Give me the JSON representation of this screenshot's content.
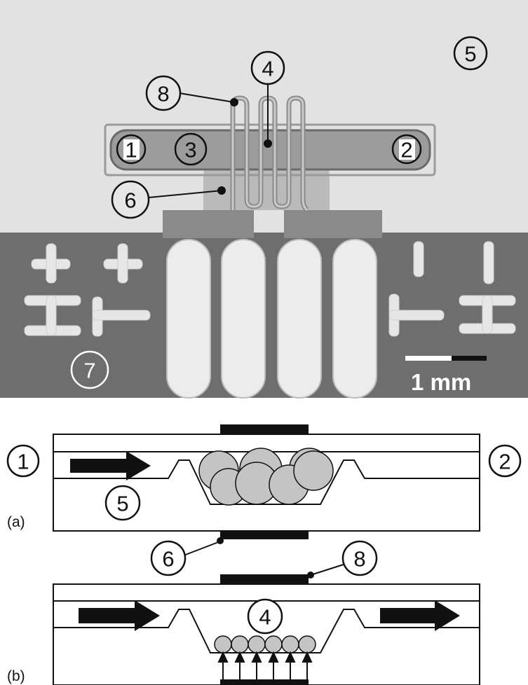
{
  "photo": {
    "callouts": {
      "inlet": "1",
      "outlet": "2",
      "chamber": "3",
      "meander": "4",
      "substrate": "5",
      "electrode_left": "6",
      "contact_board": "7",
      "electrode_right": "8"
    },
    "scale_bar": "1 mm"
  },
  "schematic_a": {
    "panel_label": "(a)",
    "inlet": "1",
    "outlet": "2",
    "substrate": "5"
  },
  "shared": {
    "electrode_left": "6",
    "electrode_right": "8"
  },
  "schematic_b": {
    "panel_label": "(b)",
    "meander": "4"
  },
  "colors": {
    "photo_background": "#e2e2e2",
    "board": "#6e6e6e",
    "pad": "#ececec",
    "particle": "#c4c4c4"
  }
}
